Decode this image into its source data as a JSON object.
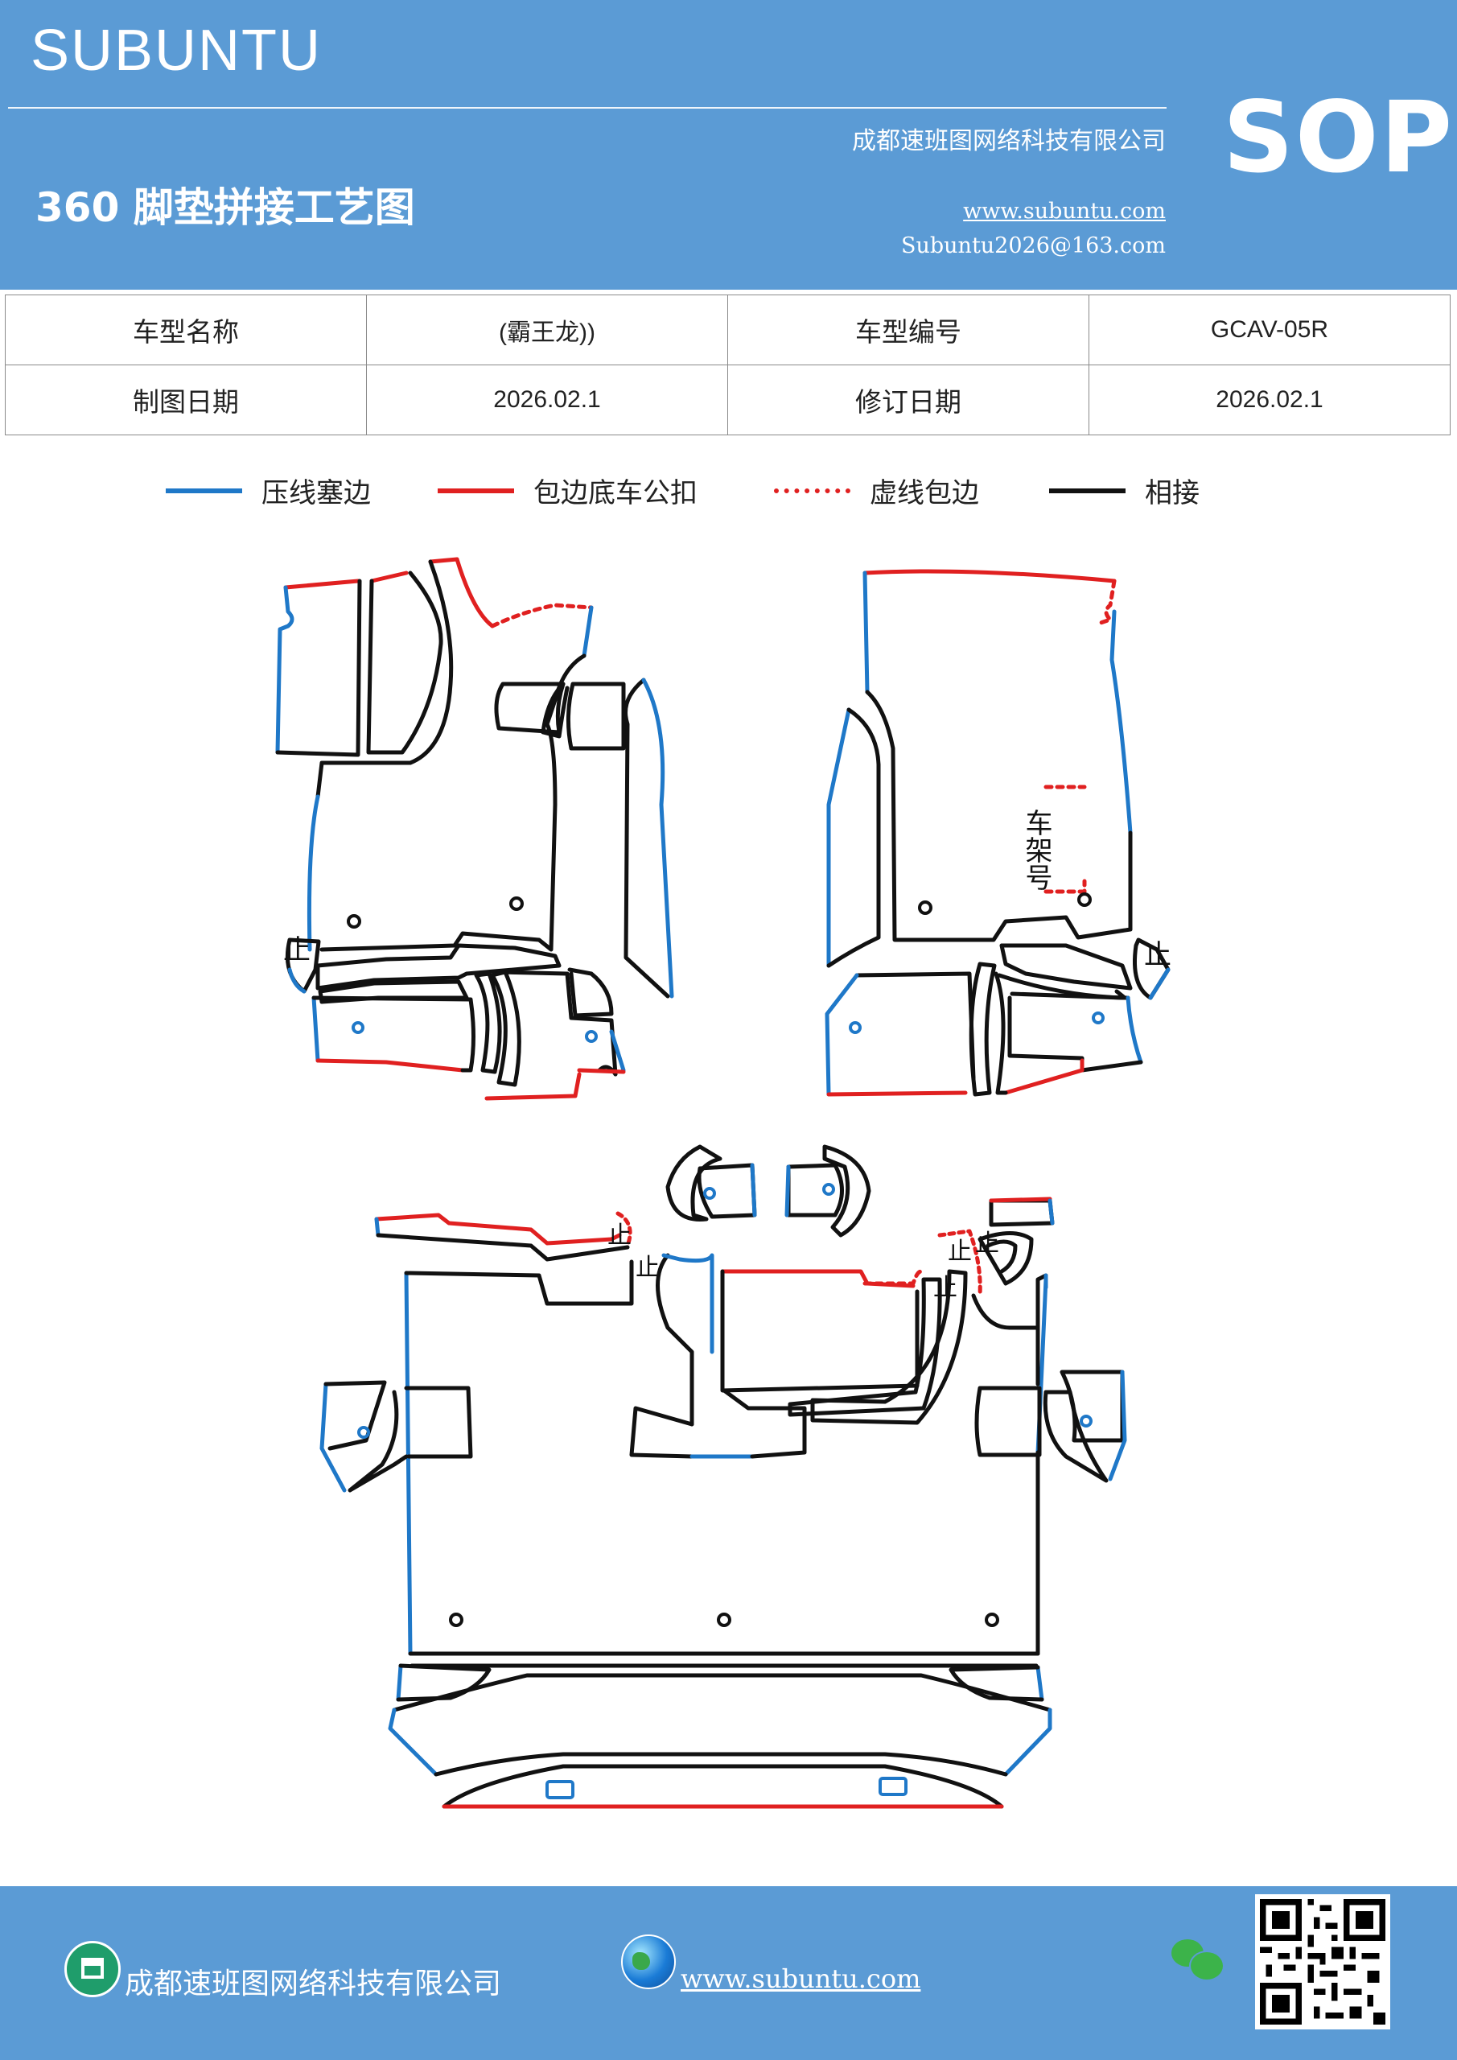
{
  "header": {
    "brand": "SUBUNTU",
    "company": "成都速班图网络科技有限公司",
    "title": "360 脚垫拼接工艺图",
    "website": "www.subuntu.com",
    "email": "Subuntu2026@163.com",
    "badge": "SOP"
  },
  "info_table": {
    "rows": [
      [
        "车型名称",
        "(霸王龙))",
        "车型编号",
        "GCAV-05R"
      ],
      [
        "制图日期",
        "2026.02.1",
        "修订日期",
        "2026.02.1"
      ]
    ]
  },
  "legend": [
    {
      "label": "压线塞边",
      "color": "#1f78c8",
      "style": "solid"
    },
    {
      "label": "包边底车公扣",
      "color": "#e02020",
      "style": "solid"
    },
    {
      "label": "虚线包边",
      "color": "#e02020",
      "style": "dotted"
    },
    {
      "label": "相接",
      "color": "#111111",
      "style": "solid"
    }
  ],
  "diagram": {
    "frame_label": "车架号",
    "mark_label": "止"
  },
  "colors": {
    "header_bg": "#5b9bd5",
    "blue_edge": "#1f78c8",
    "red_edge": "#e02020",
    "black_edge": "#111111"
  },
  "footer": {
    "company": "成都速班图网络科技有限公司",
    "website": "www.subuntu.com",
    "icons": [
      "building-icon",
      "globe-icon",
      "wechat-icon",
      "qr-code"
    ]
  }
}
